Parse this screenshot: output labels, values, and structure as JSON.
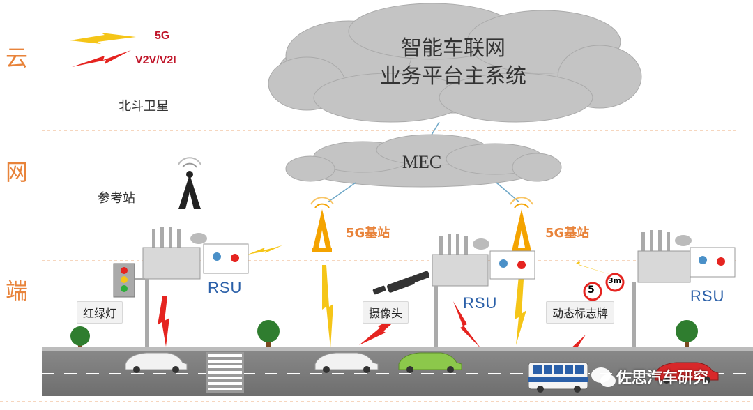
{
  "layers": {
    "cloud": "云",
    "network": "网",
    "edge": "端"
  },
  "legend": {
    "fiveg": "5G",
    "v2v": "V2V/V2I",
    "beidou": "北斗卫星"
  },
  "platform": {
    "line1": "智能车联网",
    "line2": "业务平台主系统"
  },
  "mec": "MEC",
  "reference_station": "参考站",
  "base_station_label": "5G基站",
  "rsu_label": "RSU",
  "devices": {
    "traffic_light": "红绿灯",
    "camera": "摄像头",
    "dynamic_sign": "动态标志牌"
  },
  "sign_values": {
    "speed": "5",
    "height": "3m"
  },
  "watermark": "佐思汽车研究",
  "colors": {
    "layer_text": "#e8833a",
    "fiveg_bolt": "#f5c518",
    "v2x_bolt": "#e52420",
    "rsu_text": "#2a5fa8",
    "cloud": "#bfbfbf",
    "road": "#7d7d7d",
    "tower": "#f4a300"
  }
}
